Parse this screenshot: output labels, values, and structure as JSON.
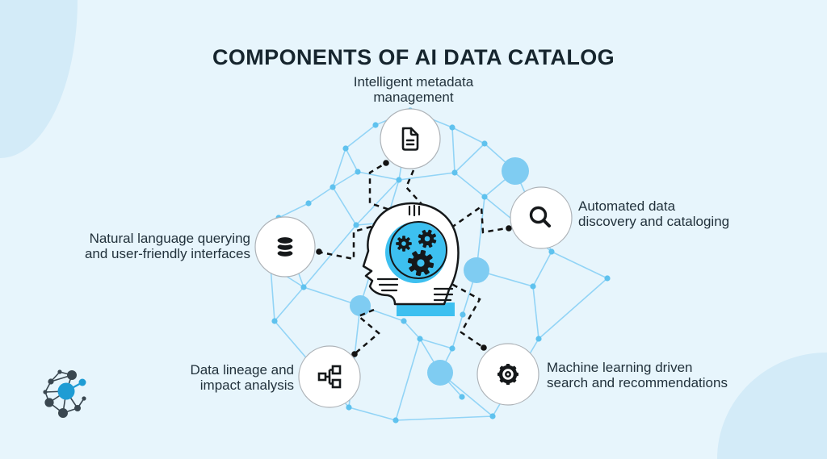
{
  "title": "COMPONENTS OF AI DATA CATALOG",
  "center": {
    "illustration": "ai-head-with-gears"
  },
  "components": [
    {
      "position": "top",
      "icon": "document-icon",
      "label": "Intelligent metadata\nmanagement"
    },
    {
      "position": "right",
      "icon": "search-icon",
      "label": "Automated data\ndiscovery and cataloging"
    },
    {
      "position": "left",
      "icon": "database-icon",
      "label": "Natural language querying\nand user-friendly interfaces"
    },
    {
      "position": "bottom-left",
      "icon": "lineage-icon",
      "label": "Data lineage and\nimpact analysis"
    },
    {
      "position": "bottom-right",
      "icon": "gear-icon",
      "label": "Machine learning driven\nsearch and recommendations"
    }
  ],
  "logo": {
    "name": "network-logo"
  },
  "colors": {
    "background": "#e7f5fc",
    "corner_shape": "#d3ebf8",
    "accent_blue": "#3dc0f0",
    "mesh_line": "#8ed3f6",
    "mesh_dot": "#5fc2ee",
    "mesh_bubble": "#7fccf2",
    "ink": "#15181a",
    "text": "#22323c"
  }
}
